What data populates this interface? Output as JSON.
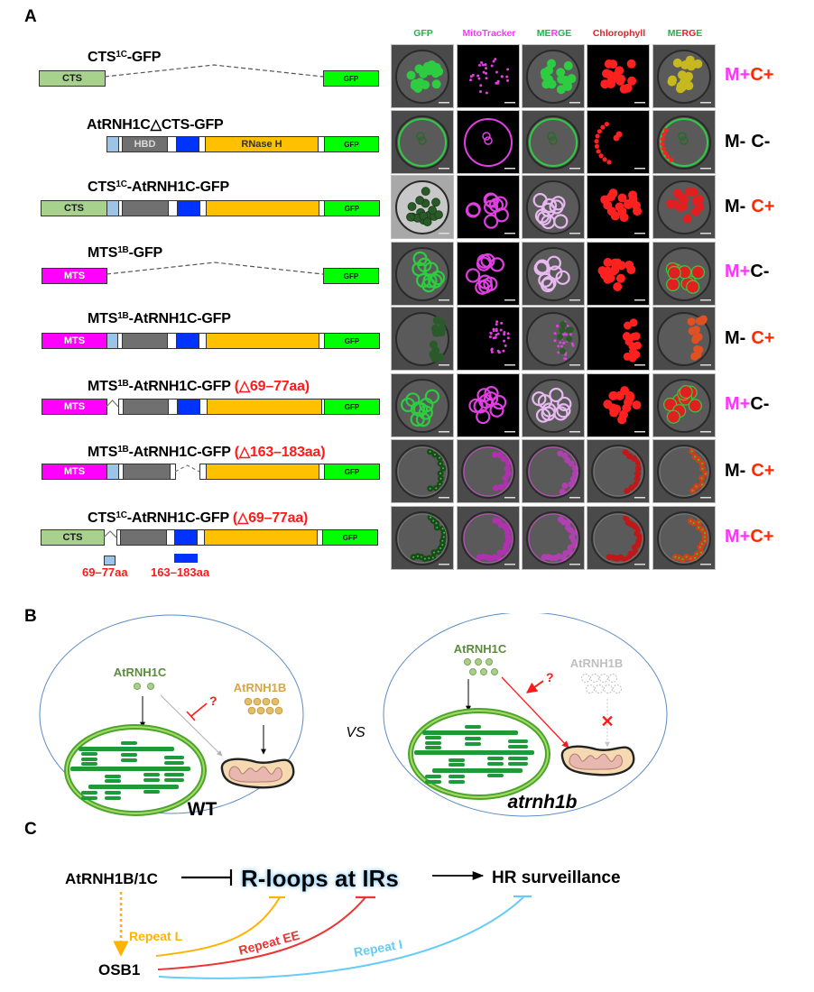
{
  "panels": {
    "a": "A",
    "b": "B",
    "c": "C"
  },
  "panel_a": {
    "column_headers": [
      {
        "parts": [
          {
            "text": "GFP",
            "color": "#22b14c"
          }
        ]
      },
      {
        "parts": [
          {
            "text": "MitoTracker",
            "color": "#ff33ff"
          }
        ]
      },
      {
        "parts": [
          {
            "text": "ME",
            "color": "#22b14c"
          },
          {
            "text": "R",
            "color": "#ff33ff"
          },
          {
            "text": "GE",
            "color": "#22b14c"
          }
        ]
      },
      {
        "parts": [
          {
            "text": "Chlorophyll",
            "color": "#e0202a"
          }
        ]
      },
      {
        "parts": [
          {
            "text": "ME",
            "color": "#22b14c"
          },
          {
            "text": "RG",
            "color": "#e0202a"
          },
          {
            "text": "E",
            "color": "#22b14c"
          }
        ]
      }
    ],
    "constructs": [
      {
        "name": "CTS1C-GFP",
        "base": "CTS",
        "sup": "1C",
        "rest": "-GFP",
        "deletion": "",
        "segments": [
          {
            "type": "cts",
            "label": "CTS"
          },
          {
            "type": "linker-dashed"
          },
          {
            "type": "gfp",
            "label": "GFP"
          }
        ],
        "mito": "M+",
        "mito_positive": true,
        "chloro": "C+",
        "chloro_positive": true
      },
      {
        "name": "AtRNH1CΔCTS-GFP",
        "base": "AtRNH1C△CTS-GFP",
        "sup": "",
        "rest": "",
        "deletion": "",
        "segments": [
          {
            "type": "tp"
          },
          {
            "type": "white"
          },
          {
            "type": "hbd",
            "label": "HBD"
          },
          {
            "type": "white"
          },
          {
            "type": "hybrid"
          },
          {
            "type": "white"
          },
          {
            "type": "rnaseh",
            "label": "RNase H"
          },
          {
            "type": "white"
          },
          {
            "type": "gfp",
            "label": "GFP"
          }
        ],
        "mito": "M-",
        "mito_positive": false,
        "chloro": "C-",
        "chloro_positive": false
      },
      {
        "name": "CTS1C-AtRNH1C-GFP",
        "base": "CTS",
        "sup": "1C",
        "rest": "-AtRNH1C-GFP",
        "deletion": "",
        "segments": [
          {
            "type": "cts",
            "label": "CTS"
          },
          {
            "type": "tp"
          },
          {
            "type": "white"
          },
          {
            "type": "hbd"
          },
          {
            "type": "white"
          },
          {
            "type": "hybrid"
          },
          {
            "type": "white"
          },
          {
            "type": "rnaseh"
          },
          {
            "type": "white"
          },
          {
            "type": "gfp",
            "label": "GFP"
          }
        ],
        "mito": "M-",
        "mito_positive": false,
        "chloro": "C+",
        "chloro_positive": true
      },
      {
        "name": "MTS1B-GFP",
        "base": "MTS",
        "sup": "1B",
        "rest": "-GFP",
        "deletion": "",
        "segments": [
          {
            "type": "mts",
            "label": "MTS"
          },
          {
            "type": "linker-dashed"
          },
          {
            "type": "gfp",
            "label": "GFP"
          }
        ],
        "mito": "M+",
        "mito_positive": true,
        "chloro": "C-",
        "chloro_positive": false
      },
      {
        "name": "MTS1B-AtRNH1C-GFP",
        "base": "MTS",
        "sup": "1B",
        "rest": "-AtRNH1C-GFP",
        "deletion": "",
        "segments": [
          {
            "type": "mts",
            "label": "MTS"
          },
          {
            "type": "tp"
          },
          {
            "type": "white"
          },
          {
            "type": "hbd"
          },
          {
            "type": "white"
          },
          {
            "type": "hybrid"
          },
          {
            "type": "white"
          },
          {
            "type": "rnaseh"
          },
          {
            "type": "white"
          },
          {
            "type": "gfp",
            "label": "GFP"
          }
        ],
        "mito": "M-",
        "mito_positive": false,
        "chloro": "C+",
        "chloro_positive": true
      },
      {
        "name": "MTS1B-AtRNH1C-GFP (Δ69–77aa)",
        "base": "MTS",
        "sup": "1B",
        "rest": "-AtRNH1C-GFP ",
        "deletion": "(△69–77aa)",
        "segments": [
          {
            "type": "mts",
            "label": "MTS"
          },
          {
            "type": "gap"
          },
          {
            "type": "white"
          },
          {
            "type": "hbd"
          },
          {
            "type": "white"
          },
          {
            "type": "hybrid"
          },
          {
            "type": "white"
          },
          {
            "type": "rnaseh"
          },
          {
            "type": "white"
          },
          {
            "type": "gfp",
            "label": "GFP"
          }
        ],
        "mito": "M+",
        "mito_positive": true,
        "chloro": "C-",
        "chloro_positive": false
      },
      {
        "name": "MTS1B-AtRNH1C-GFP (Δ163–183aa)",
        "base": "MTS",
        "sup": "1B",
        "rest": "-AtRNH1C-GFP ",
        "deletion": "(△163–183aa)",
        "segments": [
          {
            "type": "mts",
            "label": "MTS"
          },
          {
            "type": "tp"
          },
          {
            "type": "white"
          },
          {
            "type": "hbd"
          },
          {
            "type": "white"
          },
          {
            "type": "gap"
          },
          {
            "type": "white"
          },
          {
            "type": "rnaseh"
          },
          {
            "type": "white"
          },
          {
            "type": "gfp",
            "label": "GFP"
          }
        ],
        "mito": "M-",
        "mito_positive": false,
        "chloro": "C+",
        "chloro_positive": true
      },
      {
        "name": "CTS1C-AtRNH1C-GFP (Δ69–77aa)",
        "base": "CTS",
        "sup": "1C",
        "rest": "-AtRNH1C-GFP ",
        "deletion": "(△69–77aa)",
        "segments": [
          {
            "type": "cts",
            "label": "CTS"
          },
          {
            "type": "gap"
          },
          {
            "type": "white"
          },
          {
            "type": "hbd"
          },
          {
            "type": "white"
          },
          {
            "type": "hybrid"
          },
          {
            "type": "white"
          },
          {
            "type": "rnaseh"
          },
          {
            "type": "white"
          },
          {
            "type": "gfp",
            "label": "GFP"
          }
        ],
        "mito": "M+",
        "mito_positive": true,
        "chloro": "C+",
        "chloro_positive": true
      }
    ],
    "region_labels": {
      "transit_region": "69–77aa",
      "hybrid_region": "163–183aa"
    },
    "micrograph_patterns": [
      [
        "chloro-filled",
        "mito-dots",
        "chloro-filled",
        "chloro-red",
        "chloro-yellow"
      ],
      [
        "ring",
        "ring",
        "ring",
        "crescent-dots",
        "ring"
      ],
      [
        "chloro-outline",
        "mesh",
        "mesh",
        "chloro-red",
        "chloro-red"
      ],
      [
        "mesh",
        "mesh",
        "mesh",
        "chloro-red",
        "mesh"
      ],
      [
        "half-outline",
        "half-dots",
        "half-dots",
        "half-red",
        "half-red"
      ],
      [
        "mesh",
        "mesh",
        "mesh",
        "chloro-red",
        "mesh"
      ],
      [
        "crescent",
        "crescent",
        "crescent",
        "crescent",
        "crescent"
      ],
      [
        "crescent",
        "crescent",
        "crescent",
        "crescent",
        "crescent"
      ]
    ]
  },
  "panel_b": {
    "wt": {
      "protein_c": "AtRNH1C",
      "protein_b": "AtRNH1B",
      "question": "?",
      "label": "WT"
    },
    "vs": "VS",
    "mutant": {
      "protein_c": "AtRNH1C",
      "protein_b": "AtRNH1B",
      "question": "?",
      "blocked": "✕",
      "label": "atrnh1b"
    },
    "colors": {
      "protein_c": "#5b8c3a",
      "protein_b": "#d4a64a",
      "protein_b_absent": "#bfbfbf",
      "cell_outline": "#5b8cc4",
      "red": "#ff1a1a"
    }
  },
  "panel_c": {
    "source": "AtRNH1B/1C",
    "target": "R-loops at IRs",
    "outcome": "HR surveillance",
    "regulator": "OSB1",
    "repeats": [
      {
        "label": "Repeat L",
        "color": "#ffb300"
      },
      {
        "label": "Repeat EE",
        "color": "#ee3333"
      },
      {
        "label": "Repeat I",
        "color": "#66ccf5"
      }
    ]
  }
}
